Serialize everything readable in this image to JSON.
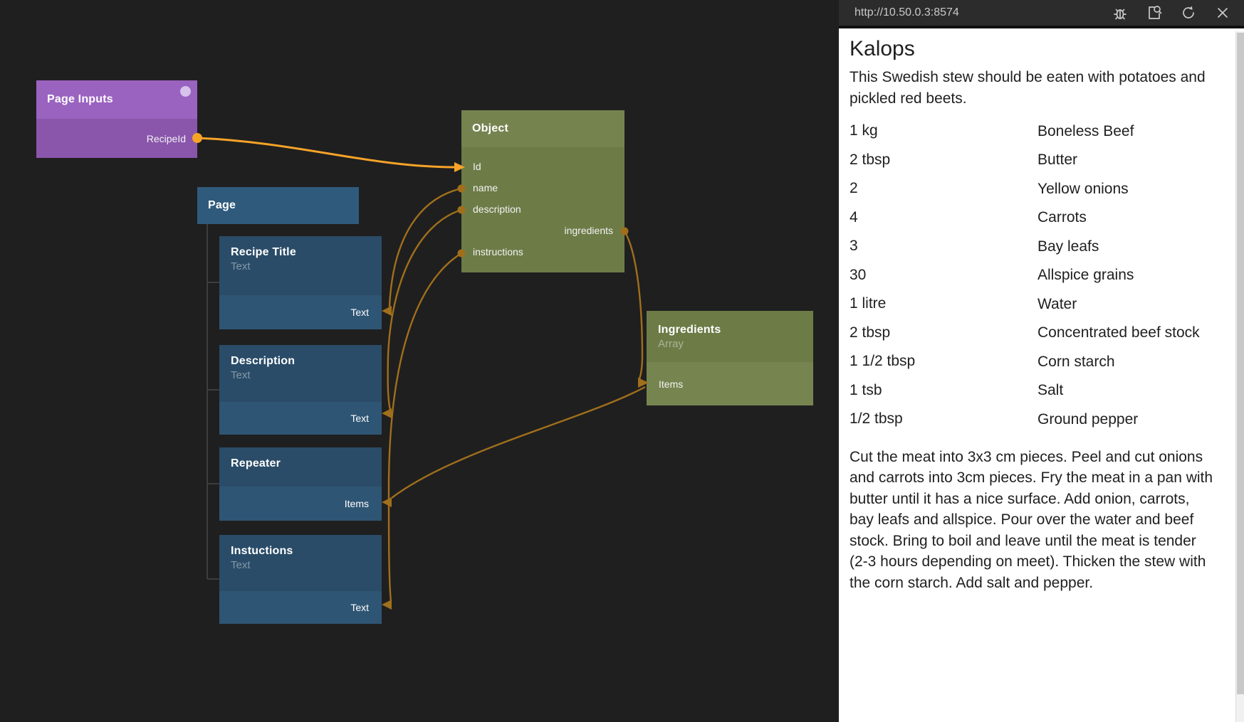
{
  "colors": {
    "canvas_bg": "#1f1f1f",
    "wire_muted": "#a06f1c",
    "wire_bright": "#f7a328",
    "purple_header": "#9a63c0",
    "purple_body": "#8a56ac",
    "blue_header": "#2a4c68",
    "blue_body": "#2f5574",
    "page_blue": "#2f5a7c",
    "olive_header": "#75834f",
    "olive_body": "#6d7c47"
  },
  "graph": {
    "page_inputs": {
      "title": "Page Inputs",
      "output_port": "RecipeId"
    },
    "page": {
      "title": "Page"
    },
    "object": {
      "title": "Object",
      "ports": {
        "p0": "Id",
        "p1": "name",
        "p2": "description",
        "p3": "ingredients",
        "p4": "instructions"
      }
    },
    "recipe_title": {
      "title": "Recipe Title",
      "subtitle": "Text",
      "port": "Text"
    },
    "description": {
      "title": "Description",
      "subtitle": "Text",
      "port": "Text"
    },
    "repeater": {
      "title": "Repeater",
      "port": "Items"
    },
    "instuctions": {
      "title": "Instuctions",
      "subtitle": "Text",
      "port": "Text"
    },
    "ingredients": {
      "title": "Ingredients",
      "subtitle": "Array",
      "port": "Items"
    }
  },
  "preview": {
    "url": "http://10.50.0.3:8574",
    "icons": {
      "debug": "bug-icon",
      "open": "open-preview-icon",
      "refresh": "refresh-icon",
      "close": "close-icon"
    },
    "recipe": {
      "title": "Kalops",
      "description": "This Swedish stew should be eaten with potatoes and pickled red beets.",
      "ingredients": [
        {
          "qty": "1 kg",
          "name": "Boneless Beef"
        },
        {
          "qty": "2 tbsp",
          "name": "Butter"
        },
        {
          "qty": "2",
          "name": "Yellow onions"
        },
        {
          "qty": "4",
          "name": "Carrots"
        },
        {
          "qty": "3",
          "name": "Bay leafs"
        },
        {
          "qty": "30",
          "name": "Allspice grains"
        },
        {
          "qty": "1 litre",
          "name": "Water"
        },
        {
          "qty": "2 tbsp",
          "name": "Concentrated beef stock"
        },
        {
          "qty": "1 1/2 tbsp",
          "name": "Corn starch"
        },
        {
          "qty": "1 tsb",
          "name": "Salt"
        },
        {
          "qty": "1/2 tbsp",
          "name": "Ground pepper"
        }
      ],
      "instructions": "Cut the meat into 3x3 cm pieces. Peel and cut onions and carrots into 3cm pieces. Fry the meat in a pan with butter until it has a nice surface. Add onion, carrots, bay leafs and allspice. Pour over the water and beef stock. Bring to boil and leave until the meat is tender (2-3 hours depending on meet). Thicken the stew with the corn starch. Add salt and pepper."
    }
  }
}
